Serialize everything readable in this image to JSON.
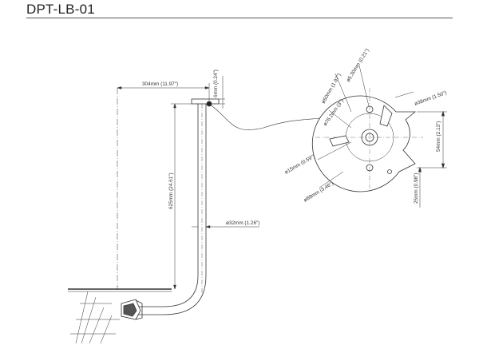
{
  "header": {
    "title": "DPT-LB-01"
  },
  "dimensions": {
    "arm_reach": "304mm (11.97\")",
    "plate_thickness": "6mm (0.24\")",
    "arm_height": "625mm (24.61\")",
    "tube_diameter": "ø32mm (1.26\")",
    "hole_spacing_v": "54mm (2.13\")",
    "edge_offset": "25mm (0.98\")",
    "bolt_circle_50": "ø50mm (1.97\")",
    "bolt_circle_76": "ø76.2mm (3\")",
    "hole_small": "ø5.30mm (0.21\")",
    "slot_38": "ø38mm (1.50\")",
    "hole_15": "ø15mm (0.59\")",
    "plate_88": "ø88mm (3.46\")"
  }
}
